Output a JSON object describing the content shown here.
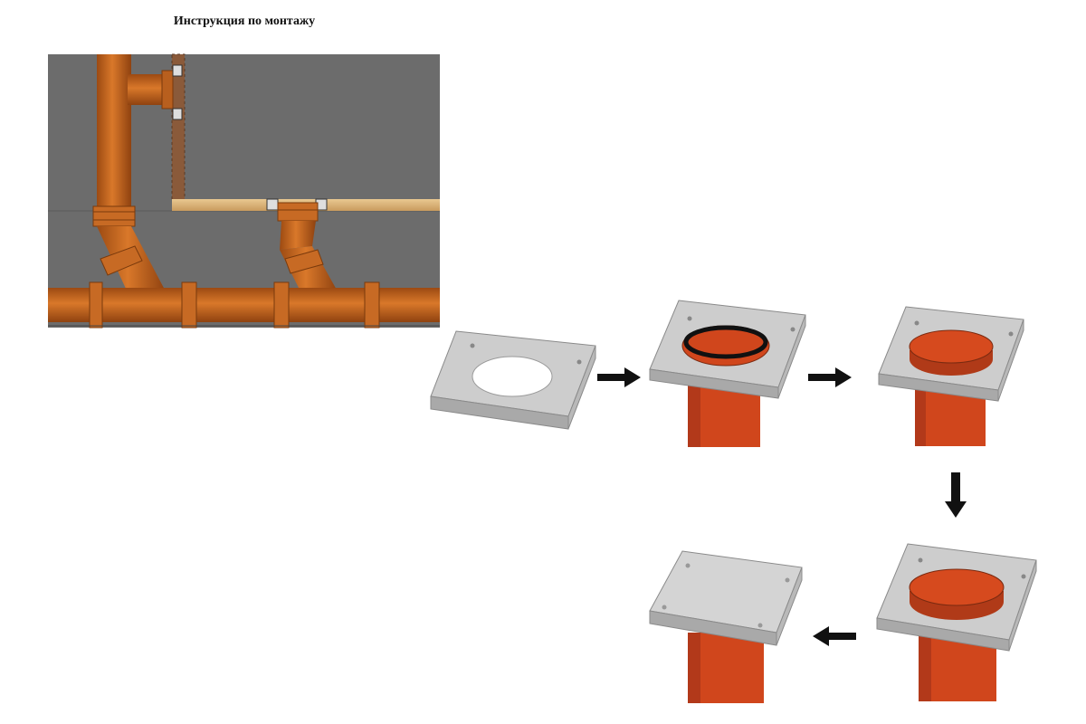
{
  "header": {
    "title": "Инструкция по монтажу"
  },
  "colors": {
    "pipe_orange": "#c9681f",
    "pipe_red": "#d0461c",
    "concrete": "#6e6e6e",
    "frame_grey": "#c9c9c9",
    "arrow": "#111111"
  },
  "steps": [
    {
      "id": 1,
      "content": "frame-only"
    },
    {
      "id": 2,
      "content": "frame-with-pipe-and-ring"
    },
    {
      "id": 3,
      "content": "frame-with-pipe-cap"
    },
    {
      "id": 4,
      "content": "frame-with-pipe-cap-closeup"
    },
    {
      "id": 5,
      "content": "frame-with-lid"
    }
  ]
}
